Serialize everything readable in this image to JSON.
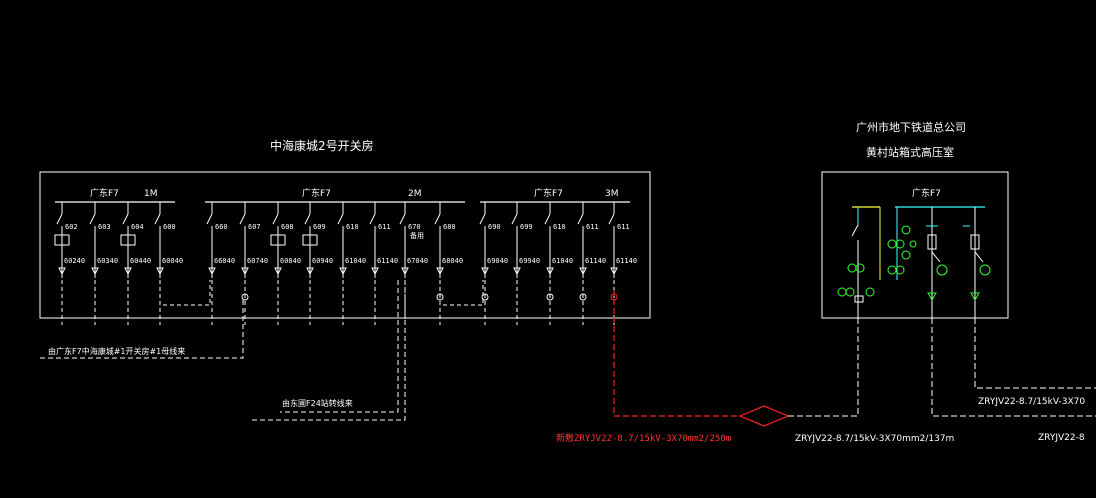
{
  "left_box": {
    "title": "中海康城2号开关房",
    "sections": [
      {
        "name": "广东F7",
        "bus": "1M"
      },
      {
        "name": "广东F7",
        "bus": "2M"
      },
      {
        "name": "广东F7",
        "bus": "3M"
      }
    ],
    "feeders_1m": [
      {
        "top": "602",
        "bottom": "60240"
      },
      {
        "top": "603",
        "bottom": "60340"
      },
      {
        "top": "604",
        "bottom": "60440"
      },
      {
        "top": "600",
        "bottom": "60040"
      }
    ],
    "feeders_2m": [
      {
        "top": "660",
        "bottom": "66040"
      },
      {
        "top": "607",
        "bottom": "60740"
      },
      {
        "top": "608",
        "bottom": "60840"
      },
      {
        "top": "609",
        "bottom": "60940"
      },
      {
        "top": "610",
        "bottom": "61040"
      },
      {
        "top": "611",
        "bottom": "61140"
      },
      {
        "top": "670",
        "bottom": "67040",
        "extra": "备用"
      },
      {
        "top": "680",
        "bottom": "68040"
      }
    ],
    "feeders_3m": [
      {
        "top": "690",
        "bottom": "69040"
      },
      {
        "top": "699",
        "bottom": "69940"
      },
      {
        "top": "610",
        "bottom": "61040"
      },
      {
        "top": "611",
        "bottom": "61140"
      },
      {
        "top": "611",
        "bottom": "61140"
      }
    ]
  },
  "right_box": {
    "title_line1": "广州市地下铁道总公司",
    "title_line2": "黄村站箱式高压室",
    "section": "广东F7"
  },
  "annotations": {
    "incoming_1": "由广东F7中海康城#1开关房#1母线来",
    "incoming_2": "由东圃F24站转线来",
    "new_cable": "新敷ZRYJV22-8.7/15kV-3X70mm2/250m",
    "cable_2": "ZRYJV22-8.7/15kV-3X70mm2/137m",
    "cable_3": "ZRYJV22-8.7/15kV-3X70",
    "cable_4": "ZRYJV22-8"
  },
  "colors": {
    "line": "#ffffff",
    "red": "#ff2020",
    "green": "#33ff33",
    "yellow": "#ffff33",
    "cyan": "#33ffff"
  }
}
